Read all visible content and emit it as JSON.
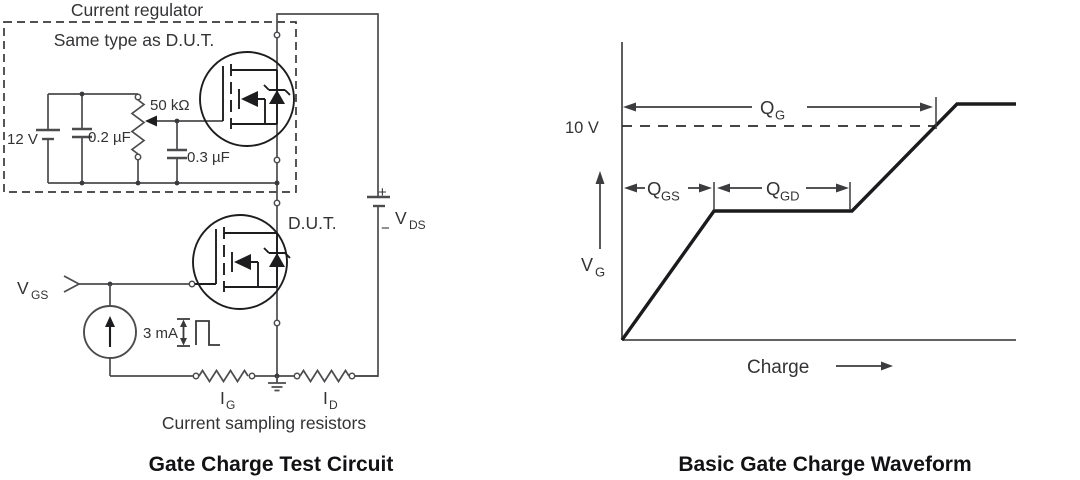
{
  "colors": {
    "background": "#ffffff",
    "wire": "#4c4c4f",
    "symbol": "#1d1d1f",
    "text": "#333336",
    "title": "#121214"
  },
  "left_panel": {
    "title": "Gate Charge Test Circuit",
    "regulator_box": {
      "line1": "Current regulator",
      "line2": "Same type as D.U.T."
    },
    "supply": "12 V",
    "cap_input": "0.2 µF",
    "pot": "50 kΩ",
    "cap_gate": "0.3 µF",
    "dut": "D.U.T.",
    "vds": {
      "plus": "+",
      "minus": "−",
      "main": "V",
      "sub": "DS"
    },
    "vgs": {
      "main": "V",
      "sub": "GS"
    },
    "current_source": "3 mA",
    "ig": {
      "main": "I",
      "sub": "G"
    },
    "id": {
      "main": "I",
      "sub": "D"
    },
    "sampling_caption": "Current sampling resistors"
  },
  "right_panel": {
    "title": "Basic Gate Charge Waveform",
    "ref_voltage": "10 V",
    "qg": {
      "main": "Q",
      "sub": "G"
    },
    "qgs": {
      "main": "Q",
      "sub": "GS"
    },
    "qgd": {
      "main": "Q",
      "sub": "GD"
    },
    "vg": {
      "main": "V",
      "sub": "G"
    },
    "xlabel": "Charge"
  },
  "chart_data": {
    "type": "line",
    "title": "Basic Gate Charge Waveform",
    "xlabel": "Charge",
    "ylabel": "VG",
    "y_units": "V",
    "x_units": "relative gate charge (QG = 100)",
    "ylim": [
      0,
      12
    ],
    "ref_line_y": 10,
    "series": [
      {
        "name": "VG vs charge",
        "points": [
          [
            0,
            0
          ],
          [
            30,
            6
          ],
          [
            74,
            6
          ],
          [
            100,
            10
          ],
          [
            107,
            11
          ],
          [
            126,
            11
          ]
        ]
      }
    ],
    "annotations": {
      "QGS_span": [
        0,
        30
      ],
      "QGD_span": [
        30,
        74
      ],
      "QG_span": [
        0,
        100
      ],
      "ref_label": "10 V",
      "grid": "off",
      "plateau_voltage": 6,
      "final_voltage": 11
    }
  }
}
